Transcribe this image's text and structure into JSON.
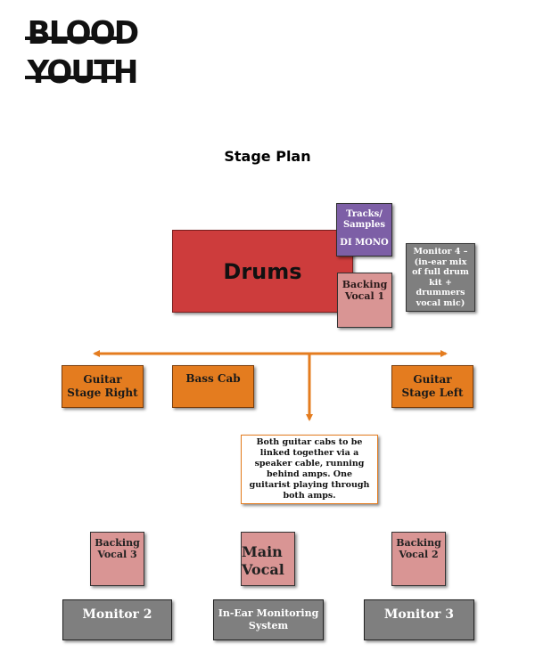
{
  "logo": {
    "line1": "BLOOD",
    "line2": "YOUTH"
  },
  "title": "Stage Plan",
  "boxes": {
    "drums": "Drums",
    "tracks_line1": "Tracks/",
    "tracks_line2": "Samples",
    "tracks_di": "DI MONO",
    "backing_vocal_1": "Backing Vocal 1",
    "monitor_4": "Monitor 4 – (in-ear mix of full drum kit + drummers vocal mic)",
    "guitar_stage_right_line1": "Guitar",
    "guitar_stage_right_line2": "Stage Right",
    "bass_cab": "Bass Cab",
    "guitar_stage_left_line1": "Guitar",
    "guitar_stage_left_line2": "Stage Left",
    "note": "Both guitar cabs to be linked together via a speaker cable, running behind amps. One guitarist playing through both amps.",
    "backing_vocal_3": "Backing Vocal 3",
    "main_vocal_line1": "Main",
    "main_vocal_line2": "Vocal",
    "backing_vocal_2": "Backing Vocal 2",
    "monitor_2": "Monitor 2",
    "in_ear_monitoring": "In-Ear Monitoring System",
    "monitor_3": "Monitor 3"
  },
  "colors": {
    "drums": "#cd3c3c",
    "tracks": "#7d5fa6",
    "backing_vocal": "#d99594",
    "orange": "#e47c1f",
    "monitor": "#7f7f7f"
  }
}
